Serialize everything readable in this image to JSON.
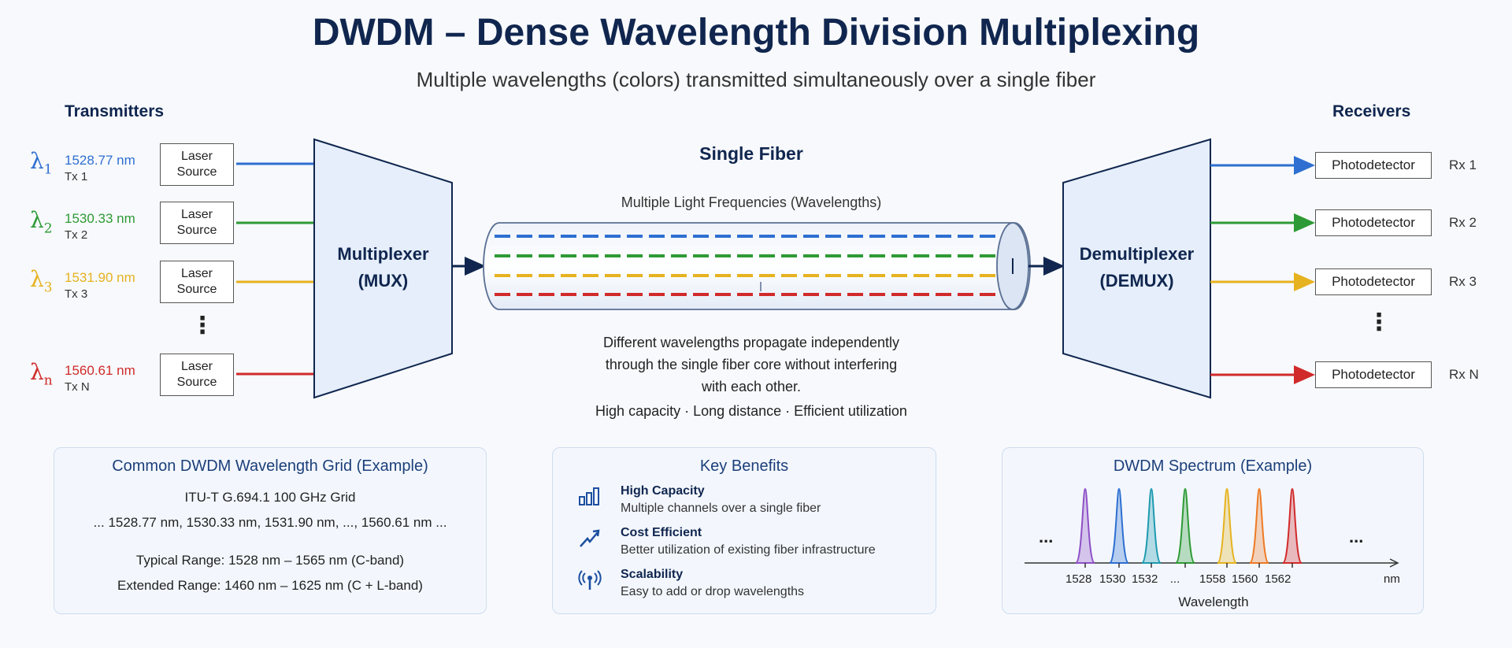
{
  "title": "DWDM – Dense Wavelength Division Multiplexing",
  "subtitle": "Multiple wavelengths (colors) transmitted simultaneously over a single fiber",
  "transmitters": {
    "heading": "Transmitters",
    "channels": [
      {
        "lambda": "λ",
        "sub": "1",
        "nm": "1528.77 nm",
        "tx": "Tx 1",
        "color": "#2e6fd1",
        "laser": [
          "Laser",
          "Source"
        ]
      },
      {
        "lambda": "λ",
        "sub": "2",
        "nm": "1530.33 nm",
        "tx": "Tx 2",
        "color": "#2e9a35",
        "laser": [
          "Laser",
          "Source"
        ]
      },
      {
        "lambda": "λ",
        "sub": "3",
        "nm": "1531.90 nm",
        "tx": "Tx 3",
        "color": "#e6b21f",
        "laser": [
          "Laser",
          "Source"
        ]
      },
      {
        "lambda": "λ",
        "sub": "n",
        "nm": "1560.61 nm",
        "tx": "Tx N",
        "color": "#d12a2a",
        "laser": [
          "Laser",
          "Source"
        ]
      }
    ],
    "ellipsis": "⋮"
  },
  "mux": {
    "line1": "Multiplexer",
    "line2": "(MUX)"
  },
  "fiber": {
    "label": "Single Fiber",
    "sublabel": "Multiple Light Frequencies (Wavelengths)",
    "description": [
      "Different wavelengths propagate independently",
      "through the single fiber core without interfering",
      "with each other."
    ],
    "tagline": "High capacity · Long distance · Efficient utilization"
  },
  "demux": {
    "line1": "Demultiplexer",
    "line2": "(DEMUX)"
  },
  "receivers": {
    "heading": "Receivers",
    "items": [
      {
        "label": "Photodetector",
        "rx": "Rx 1",
        "color": "#2e6fd1"
      },
      {
        "label": "Photodetector",
        "rx": "Rx 2",
        "color": "#2e9a35"
      },
      {
        "label": "Photodetector",
        "rx": "Rx 3",
        "color": "#e6b21f"
      },
      {
        "label": "Photodetector",
        "rx": "Rx N",
        "color": "#d12a2a"
      }
    ],
    "ellipsis": "⋮"
  },
  "grid_panel": {
    "title": "Common DWDM Wavelength Grid (Example)",
    "lines": [
      "ITU-T G.694.1   100 GHz Grid",
      "... 1528.77 nm, 1530.33 nm, 1531.90 nm, ..., 1560.61 nm ...",
      "Typical Range: 1528 nm – 1565 nm (C-band)",
      "Extended Range: 1460 nm – 1625 nm (C + L-band)"
    ]
  },
  "benefits_panel": {
    "title": "Key Benefits",
    "items": [
      {
        "icon": "bar-chart-icon",
        "title": "High Capacity",
        "desc": "Multiple channels over a single fiber"
      },
      {
        "icon": "trend-up-icon",
        "title": "Cost Efficient",
        "desc": "Better utilization of existing fiber infrastructure"
      },
      {
        "icon": "signal-icon",
        "title": "Scalability",
        "desc": "Easy to add or drop wavelengths"
      }
    ]
  },
  "spectrum_panel": {
    "title": "DWDM Spectrum (Example)",
    "peak_colors": [
      "#8e4fc6",
      "#2e6fd1",
      "#1e9ab0",
      "#2e9a35",
      "#e6b21f",
      "#ee7a25",
      "#d12a2a"
    ],
    "ticks": [
      "1528",
      "1530",
      "1532",
      "...",
      "1558",
      "1560",
      "1562"
    ],
    "unit": "nm",
    "xlabel": "Wavelength",
    "left_ellipsis": "...",
    "right_ellipsis": "..."
  }
}
